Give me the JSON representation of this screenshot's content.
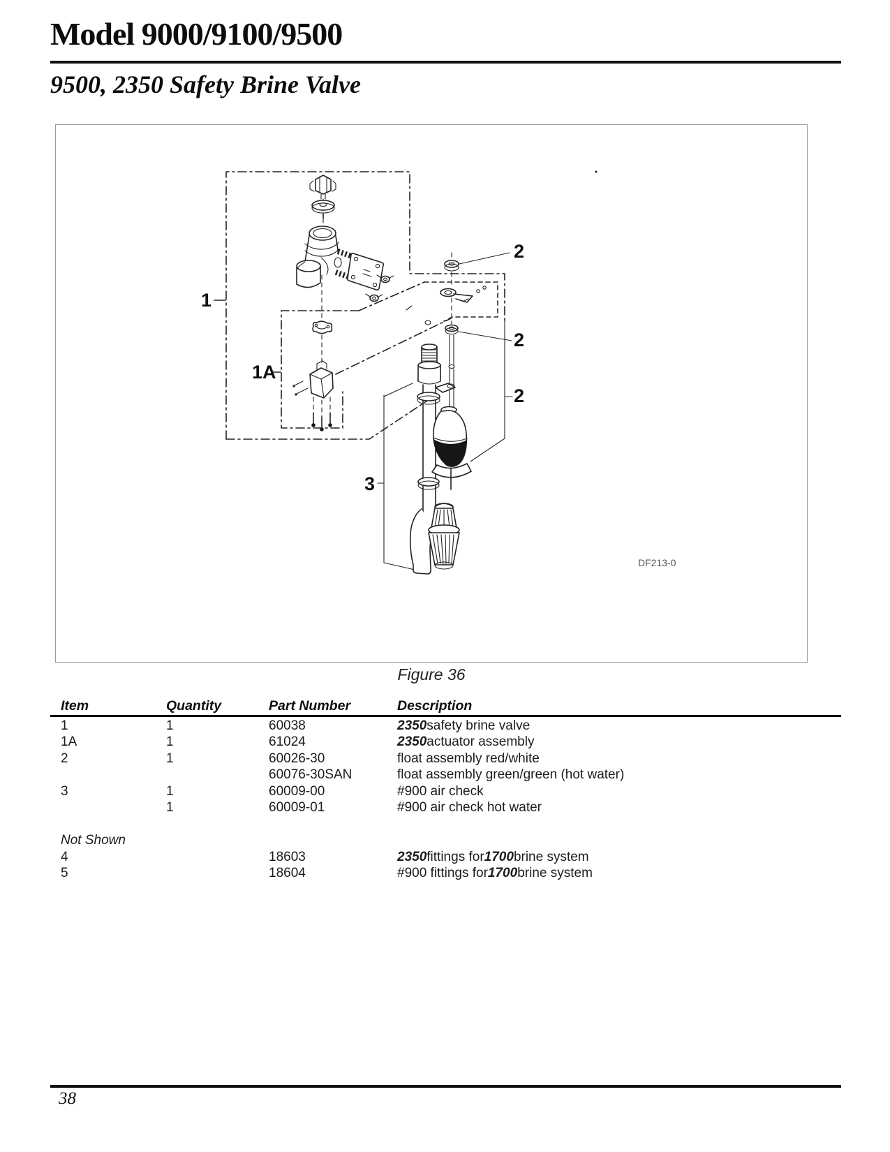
{
  "page": {
    "title": "Model 9000/9100/9500",
    "subtitle": "9500, 2350 Safety Brine Valve",
    "page_number": "38"
  },
  "figure": {
    "caption": "Figure 36",
    "drawing_code": "DF213-0",
    "callouts": {
      "c1": "1",
      "c1a": "1A",
      "c2": "2",
      "c3": "3"
    }
  },
  "table": {
    "headers": [
      "Item",
      "Quantity",
      "Part Number",
      "Description"
    ],
    "rows": [
      {
        "item": "1",
        "qty": "1",
        "part": "60038",
        "desc": [
          {
            "t": "2350",
            "bi": true
          },
          {
            "t": " safety brine valve"
          }
        ]
      },
      {
        "item": "1A",
        "qty": "1",
        "part": "61024",
        "desc": [
          {
            "t": "2350",
            "bi": true
          },
          {
            "t": " actuator assembly"
          }
        ]
      },
      {
        "item": "2",
        "qty": "1",
        "part": "60026-30",
        "desc": [
          {
            "t": "float assembly red/white"
          }
        ]
      },
      {
        "item": "",
        "qty": "",
        "part": "60076-30SAN",
        "desc": [
          {
            "t": "float assembly green/green (hot water)"
          }
        ]
      },
      {
        "item": "3",
        "qty": "1",
        "part": "60009-00",
        "desc": [
          {
            "t": "#900 air check"
          }
        ]
      },
      {
        "item": "",
        "qty": "1",
        "part": "60009-01",
        "desc": [
          {
            "t": "#900 air check hot water"
          }
        ]
      }
    ],
    "not_shown_label": "Not Shown",
    "not_shown_rows": [
      {
        "item": "4",
        "qty": "",
        "part": "18603",
        "desc": [
          {
            "t": "2350",
            "bi": true
          },
          {
            "t": " fittings for "
          },
          {
            "t": "1700",
            "bi": true
          },
          {
            "t": " brine system"
          }
        ]
      },
      {
        "item": "5",
        "qty": "",
        "part": "18604",
        "desc": [
          {
            "t": "#900 fittings for "
          },
          {
            "t": "1700",
            "bi": true
          },
          {
            "t": " brine system"
          }
        ]
      }
    ]
  }
}
